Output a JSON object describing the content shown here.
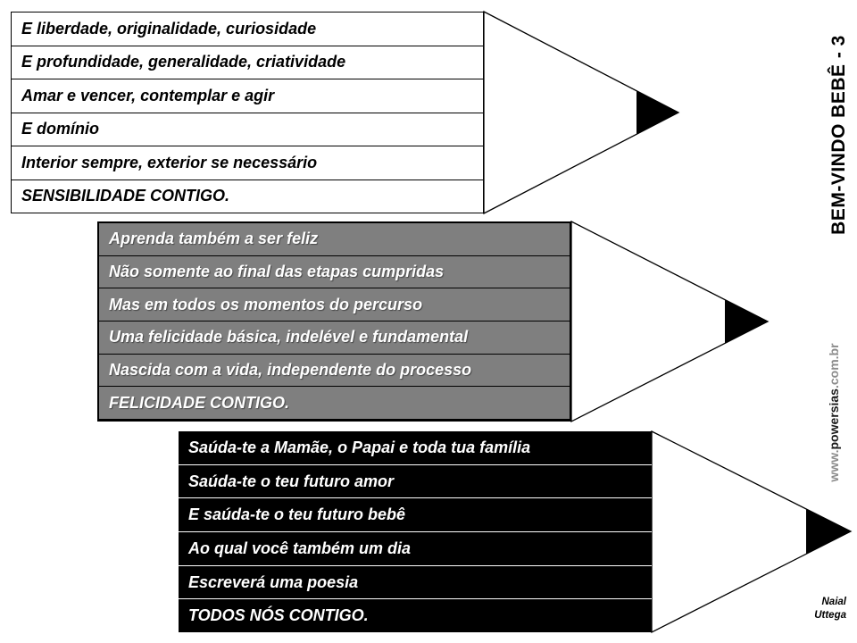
{
  "slide": {
    "background": "#ffffff"
  },
  "colors": {
    "white_block_bg": "#ffffff",
    "gray_block_bg": "#7f7f7f",
    "black_block_bg": "#000000",
    "block_border": "#000000",
    "white_text": "#ffffff",
    "black_text": "#000000",
    "website_dim": "#8c8c8c",
    "website_strong": "#1a1a1a",
    "pencil_tip": "#000000"
  },
  "blocks": [
    {
      "id": "sensibilidade",
      "rows": [
        "E liberdade, originalidade, curiosidade",
        "E profundidade, generalidade, criatividade",
        "Amar e vencer, contemplar e agir",
        "E domínio",
        "Interior sempre, exterior se necessário",
        "SENSIBILIDADE CONTIGO."
      ]
    },
    {
      "id": "felicidade",
      "rows": [
        "Aprenda também a ser feliz",
        "Não somente ao final das etapas cumpridas",
        "Mas em todos os momentos do percurso",
        "Uma felicidade básica, indelével e fundamental",
        "Nascida com a vida, independente do processo",
        "FELICIDADE CONTIGO."
      ]
    },
    {
      "id": "todos-nos",
      "rows": [
        "Saúda-te a Mamãe, o Papai e toda tua família",
        "Saúda-te o teu futuro amor",
        "E saúda-te o teu futuro bebê",
        "Ao qual você também um dia",
        "Escreverá uma poesia",
        "TODOS NÓS CONTIGO."
      ]
    }
  ],
  "sidebar": {
    "title": "BEM-VINDO BEBÊ  -  3",
    "website": {
      "prefix": "www.",
      "name": "powersias",
      "suffix": ".com.br"
    },
    "credit_line1": "Naial",
    "credit_line2": "Uttega"
  }
}
